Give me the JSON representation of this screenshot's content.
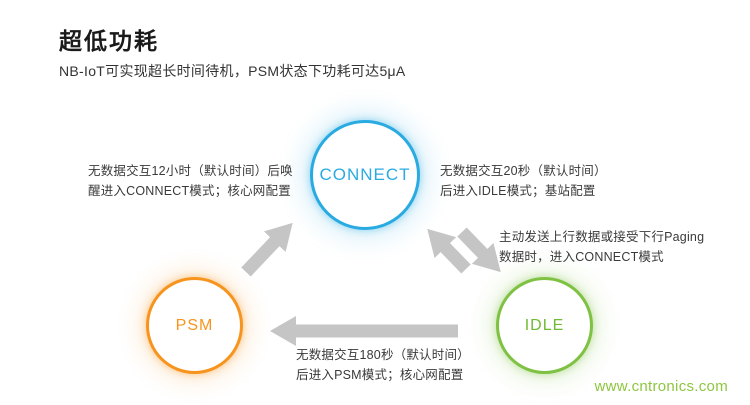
{
  "page": {
    "title": "超低功耗",
    "subtitle": "NB-IoT可实现超长时间待机，PSM状态下功耗可达5μA",
    "watermark": "www.cntronics.com"
  },
  "colors": {
    "connect": "#29abe2",
    "psm": "#f7941e",
    "idle": "#7ec143",
    "arrow": "#c5c5c5",
    "watermark": "#8dc63f"
  },
  "diagram": {
    "nodes": {
      "connect": {
        "label": "CONNECT"
      },
      "psm": {
        "label": "PSM"
      },
      "idle": {
        "label": "IDLE"
      }
    },
    "annotations": {
      "wake_to_connect": [
        "无数据交互12小时（默认时间）后唤",
        "醒进入CONNECT模式；核心网配置"
      ],
      "connect_to_idle": [
        "无数据交互20秒（默认时间）",
        "后进入IDLE模式；基站配置"
      ],
      "idle_to_connect": [
        "主动发送上行数据或接受下行Paging",
        "数据时，进入CONNECT模式"
      ],
      "idle_to_psm": [
        "无数据交互180秒（默认时间）",
        "后进入PSM模式；核心网配置"
      ]
    }
  }
}
